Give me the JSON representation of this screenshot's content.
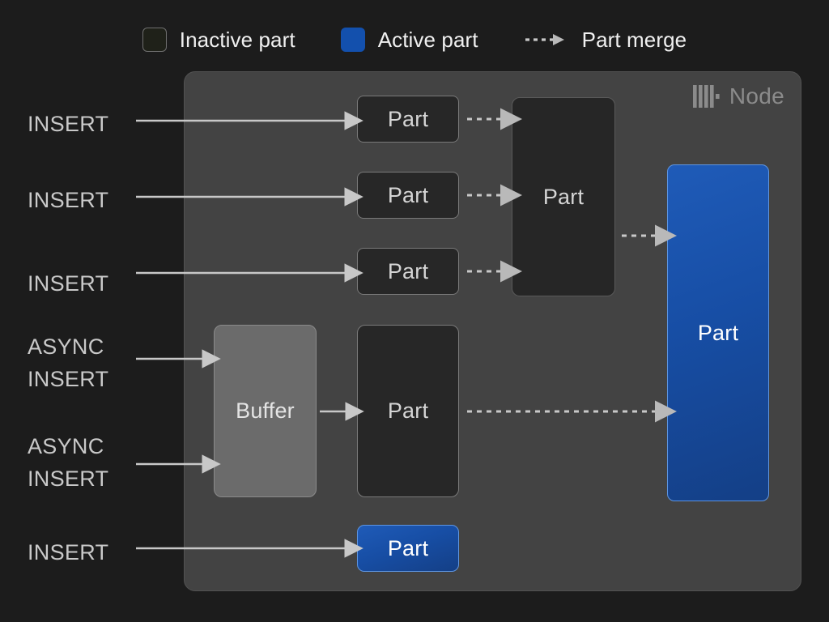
{
  "legend": {
    "items": [
      {
        "label": "Inactive part",
        "swatch": "inactive-part-swatch",
        "color": "#1f2119"
      },
      {
        "label": "Active part",
        "swatch": "active-part-swatch",
        "color": "#1350ad"
      },
      {
        "label": "Part merge",
        "swatch": "dashed-arrow-glyph",
        "color": "#c8c8c8"
      }
    ]
  },
  "node": {
    "title": "Node",
    "logo_icon": "clickhouse-logo-icon",
    "background": "#434343"
  },
  "inputs": [
    {
      "id": "insert-1",
      "label": "INSERT",
      "kind": "insert"
    },
    {
      "id": "insert-2",
      "label": "INSERT",
      "kind": "insert"
    },
    {
      "id": "insert-3",
      "label": "INSERT",
      "kind": "insert"
    },
    {
      "id": "async-insert-1",
      "label": "ASYNC\nINSERT",
      "kind": "async-insert"
    },
    {
      "id": "async-insert-2",
      "label": "ASYNC\nINSERT",
      "kind": "async-insert"
    },
    {
      "id": "insert-4",
      "label": "INSERT",
      "kind": "insert"
    }
  ],
  "boxes": {
    "part_small_1": {
      "label": "Part",
      "state": "inactive"
    },
    "part_small_2": {
      "label": "Part",
      "state": "inactive"
    },
    "part_small_3": {
      "label": "Part",
      "state": "inactive"
    },
    "part_merged": {
      "label": "Part",
      "state": "inactive"
    },
    "buffer": {
      "label": "Buffer",
      "state": "buffer"
    },
    "part_from_buffer": {
      "label": "Part",
      "state": "inactive"
    },
    "part_active_main": {
      "label": "Part",
      "state": "active"
    },
    "part_active_bottom": {
      "label": "Part",
      "state": "active"
    }
  },
  "colors": {
    "page_background": "#1c1c1c",
    "node_background": "#434343",
    "inactive_part_fill": "#272727",
    "inactive_part_border": "#7a7a7a",
    "buffer_fill": "#6b6b6b",
    "active_part_fill": "#1350ad",
    "active_part_border": "#5e95e0",
    "arrow": "#c8c8c8",
    "text": "#d5d5d5",
    "node_label": "#8b8b8b"
  }
}
